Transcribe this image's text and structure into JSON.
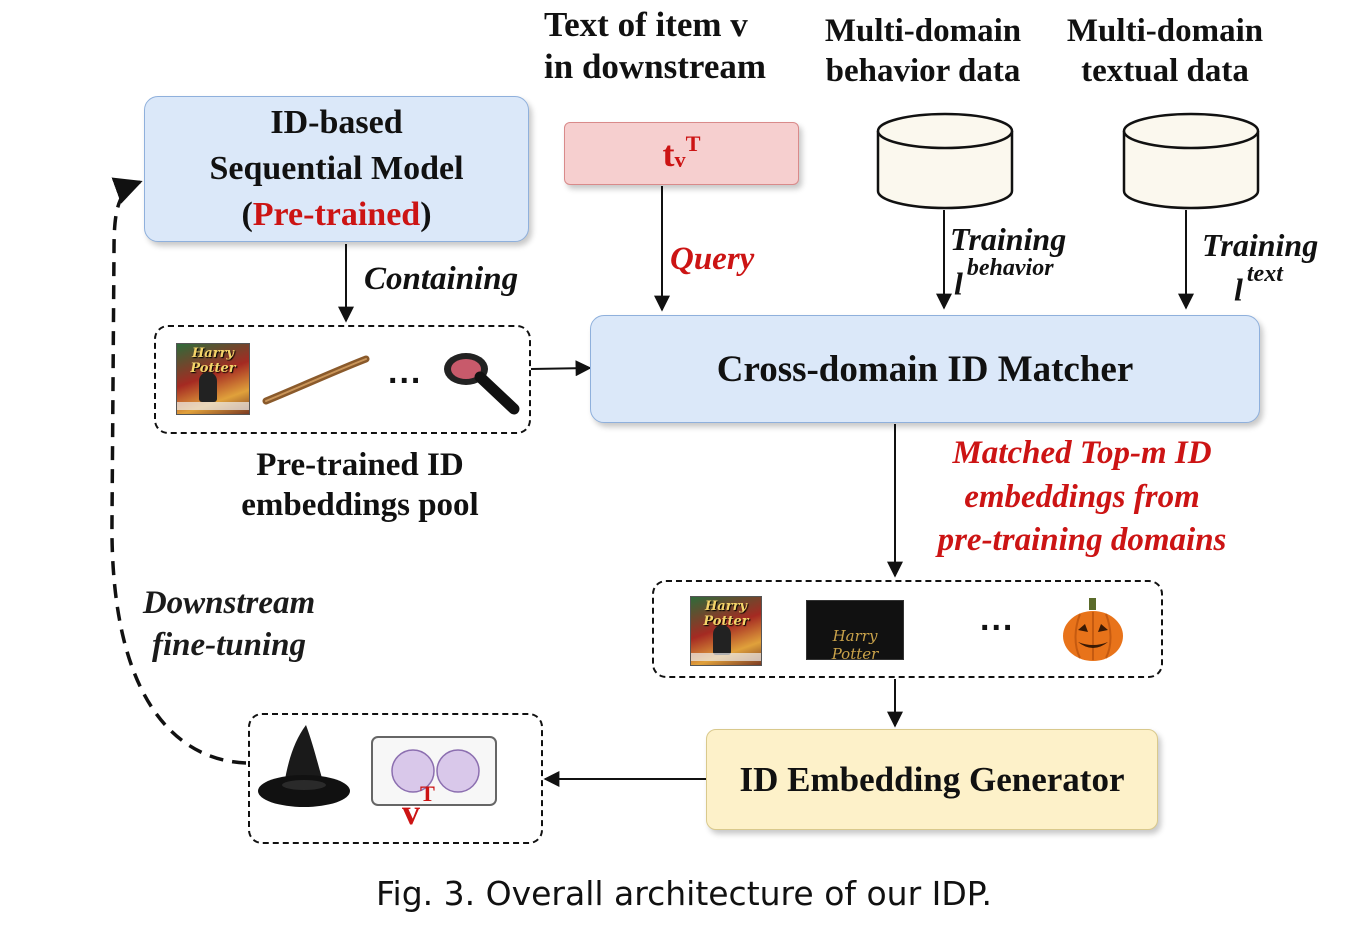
{
  "title_caption": "Fig. 3.  Overall architecture of our IDP.",
  "nodes": {
    "id_model": {
      "line1": "ID-based",
      "line2": "Sequential Model",
      "paren_open": "(",
      "pretrained": "Pre-trained",
      "paren_close": ")"
    },
    "text_item": {
      "line1": "Text of item v",
      "line2": "in downstream"
    },
    "query_box": {
      "t": "t",
      "sub": "v",
      "sup": "T"
    },
    "behavior_data": {
      "line1": "Multi-domain",
      "line2": "behavior data"
    },
    "textual_data": {
      "line1": "Multi-domain",
      "line2": "textual data"
    },
    "matcher": {
      "label": "Cross-domain ID Matcher"
    },
    "pool": {
      "line1": "Pre-trained ID",
      "line2": "embeddings pool",
      "dots": "...",
      "hp_title": "Harry Potter"
    },
    "matched": {
      "dots": "...",
      "hp_title": "Harry Potter"
    },
    "generator": {
      "label": "ID Embedding Generator"
    },
    "output": {
      "v": "v",
      "sup": "T"
    }
  },
  "edges": {
    "containing": "Containing",
    "query": "Query",
    "training_behavior": {
      "word": "Training",
      "l": "l",
      "sup": "behavior"
    },
    "training_text": {
      "word": "Training",
      "l": "l",
      "sup": "text"
    },
    "matched_top_m": {
      "line1": "Matched Top-m ID",
      "line2": "embeddings from",
      "line3": "pre-training domains"
    },
    "downstream": {
      "line1": "Downstream",
      "line2": "fine-tuning"
    }
  },
  "colors": {
    "accent_red": "#cc1414",
    "box_blue": "#dbe8f9",
    "box_pink": "#f6cfcf",
    "box_yellow": "#fdf1c9"
  }
}
